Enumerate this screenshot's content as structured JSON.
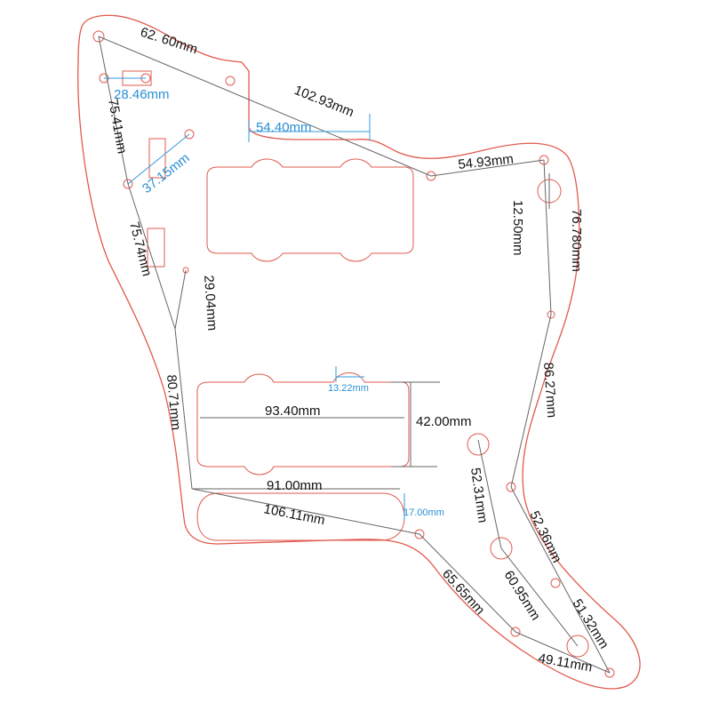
{
  "title": "Jazzmaster pickguard dimension drawing",
  "colors": {
    "outline": "#e05a4e",
    "dimension": "#666666",
    "secondary_dimension": "#2a8fd6"
  },
  "dimensions": {
    "d1": "62. 60mm",
    "d2": "102.93mm",
    "d3": "54.93mm",
    "d4": "76.780mm",
    "d5": "12.50mm",
    "d6": "28.46mm",
    "d7": "54.40mm",
    "d8": "75.41mm",
    "d9": "37.15mm",
    "d10": "75.74mm",
    "d11": "29.04mm",
    "d12": "80.71mm",
    "d13": "13.22mm",
    "d14": "93.40mm",
    "d15": "42.00mm",
    "d16": "86.27mm",
    "d17": "91.00mm",
    "d18": "17.00mm",
    "d19": "106.11mm",
    "d20": "52.31mm",
    "d21": "52.36mm",
    "d22": "65.65mm",
    "d23": "60.95mm",
    "d24": "51.32mm",
    "d25": "49.11mm"
  }
}
